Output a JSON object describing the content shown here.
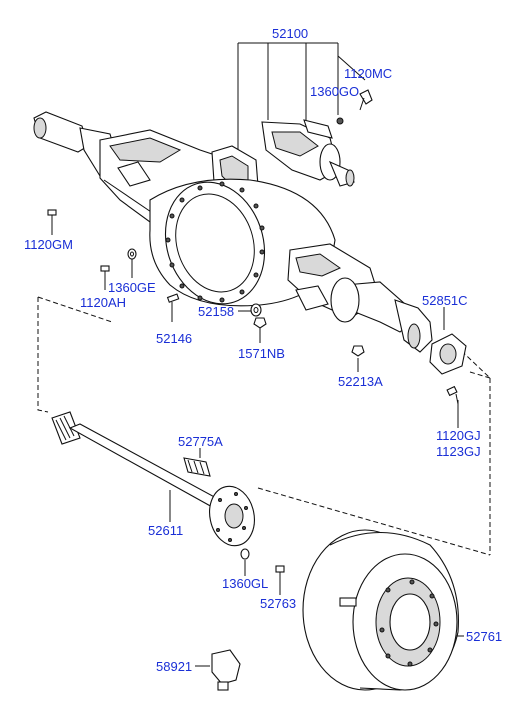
{
  "labels": {
    "p52100": "52100",
    "p1120MC": "1120MC",
    "p1360GO": "1360GO",
    "p1120GM": "1120GM",
    "p1360GE": "1360GE",
    "p1120AH": "1120AH",
    "p52851C": "52851C",
    "p52158": "52158",
    "p52146": "52146",
    "p1571NB": "1571NB",
    "p52213A": "52213A",
    "p1120GJ": "1120GJ",
    "p1123GJ": "1123GJ",
    "p52775A": "52775A",
    "p52611": "52611",
    "p1360GL": "1360GL",
    "p52763": "52763",
    "p52761": "52761",
    "p58921": "58921"
  },
  "colors": {
    "label": "#1a2fd6",
    "line": "#111111",
    "background": "#ffffff"
  }
}
